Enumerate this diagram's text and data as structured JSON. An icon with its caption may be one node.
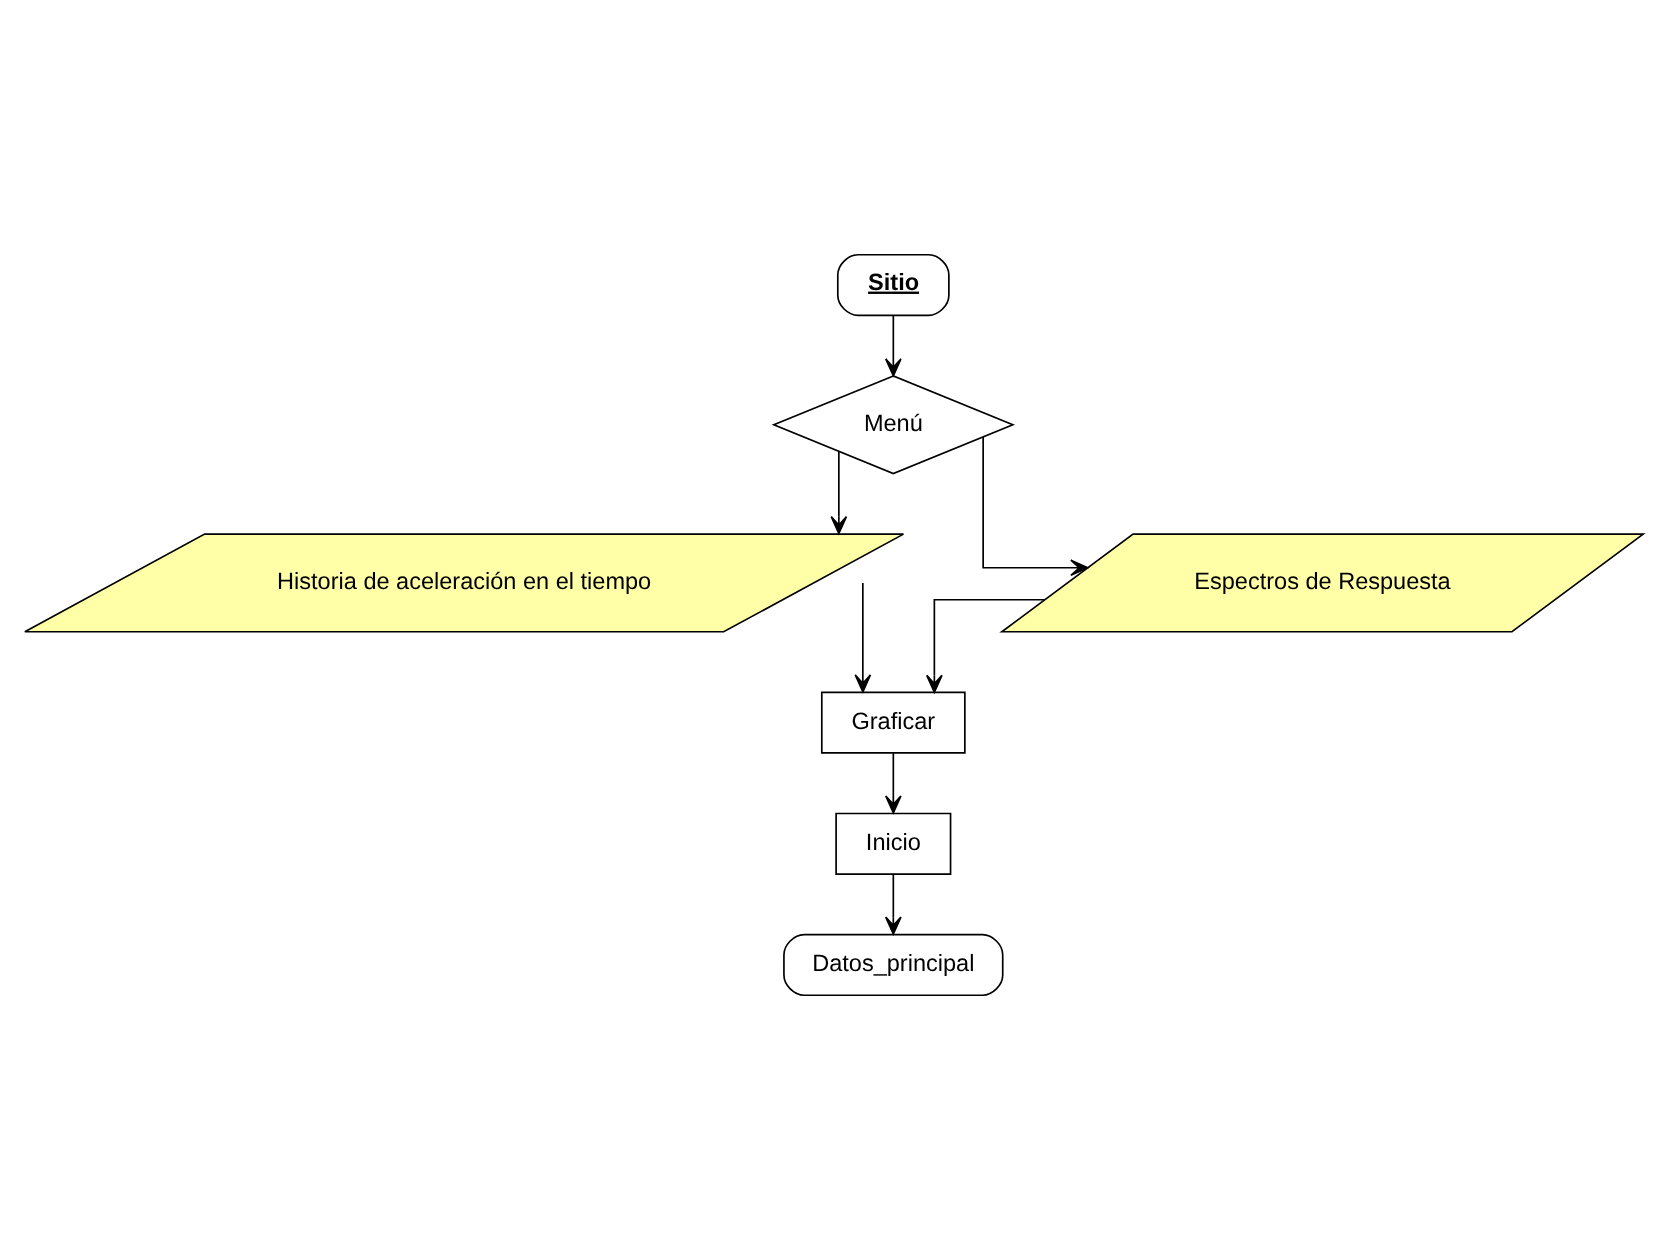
{
  "diagram": {
    "nodes": [
      {
        "text": [
          "Sitio"
        ]
      },
      {
        "text": [
          "Menú"
        ]
      },
      {
        "text": [
          "Historia de aceleración en el tiempo"
        ]
      },
      {
        "text": [
          "Espectros de Respuesta"
        ]
      },
      {
        "text": [
          "Graficar"
        ]
      },
      {
        "text": [
          "Inicio"
        ]
      },
      {
        "text": [
          "Datos_principal"
        ]
      }
    ],
    "edges": [
      {
        "from": 0,
        "to": 1,
        "arrow": "to"
      },
      {
        "from": 1,
        "to": 2,
        "arrow": "to"
      },
      {
        "from": 1,
        "to": 3,
        "arrow": "to"
      },
      {
        "from": 2,
        "to": 4,
        "arrow": "to"
      },
      {
        "from": 3,
        "to": 4,
        "arrow": "to"
      },
      {
        "from": 4,
        "to": 5,
        "arrow": "to"
      },
      {
        "from": 5,
        "to": 6,
        "arrow": "to"
      }
    ]
  }
}
